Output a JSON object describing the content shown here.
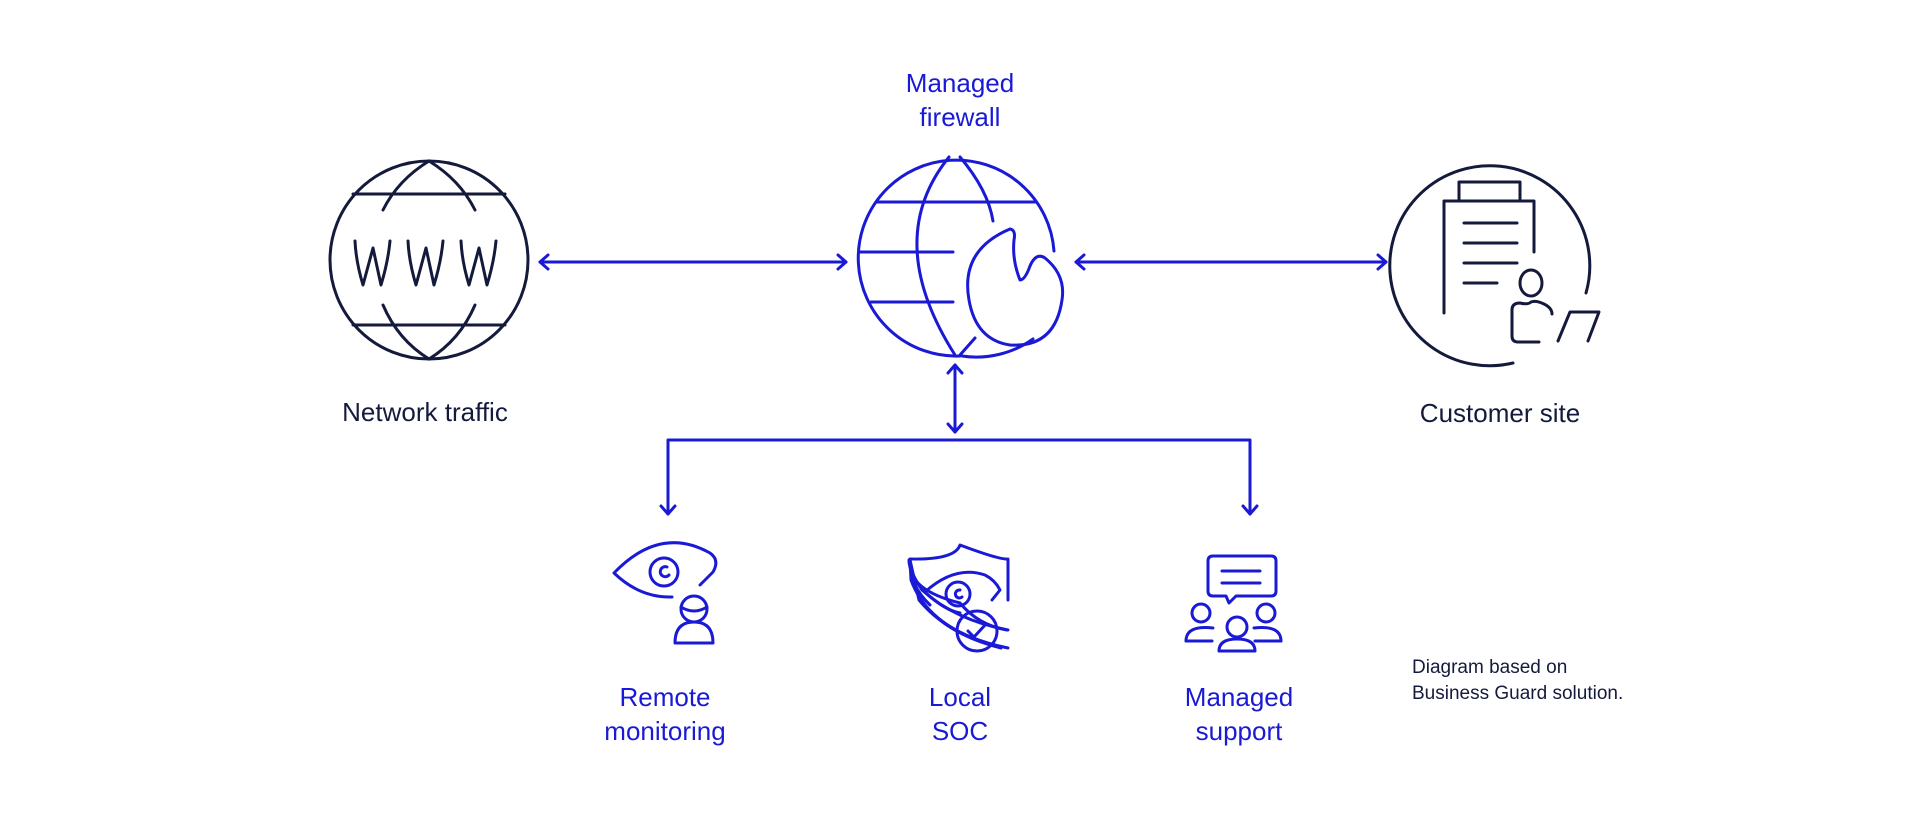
{
  "colors": {
    "accent": "#1a1ad6",
    "ink": "#141a3c",
    "background": "#ffffff"
  },
  "nodes": {
    "network_traffic": {
      "label": "Network traffic",
      "icon": "www-globe-icon"
    },
    "managed_firewall": {
      "label_line1": "Managed",
      "label_line2": "firewall",
      "icon": "globe-flame-icon"
    },
    "customer_site": {
      "label": "Customer site",
      "icon": "office-person-laptop-icon"
    },
    "remote_monitoring": {
      "label_line1": "Remote",
      "label_line2": "monitoring",
      "icon": "eye-person-icon"
    },
    "local_soc": {
      "label_line1": "Local",
      "label_line2": "SOC",
      "icon": "shield-eye-check-icon"
    },
    "managed_support": {
      "label_line1": "Managed",
      "label_line2": "support",
      "icon": "chat-group-icon"
    }
  },
  "footnote": {
    "line1": "Diagram based on",
    "line2": "Business Guard solution."
  }
}
